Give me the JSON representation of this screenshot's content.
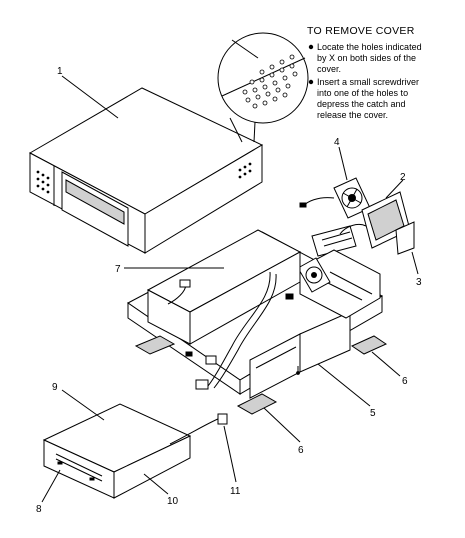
{
  "instructions": {
    "title": "TO REMOVE COVER",
    "steps": [
      [
        "Locate the holes indicated",
        "by X on both sides of the",
        "cover."
      ],
      [
        "Insert a small screwdriver",
        "into one of the holes to",
        "depress the catch and",
        "release the cover."
      ]
    ]
  },
  "callouts": [
    "1",
    "2",
    "3",
    "4",
    "5",
    "6",
    "6",
    "7",
    "8",
    "9",
    "10",
    "11"
  ]
}
